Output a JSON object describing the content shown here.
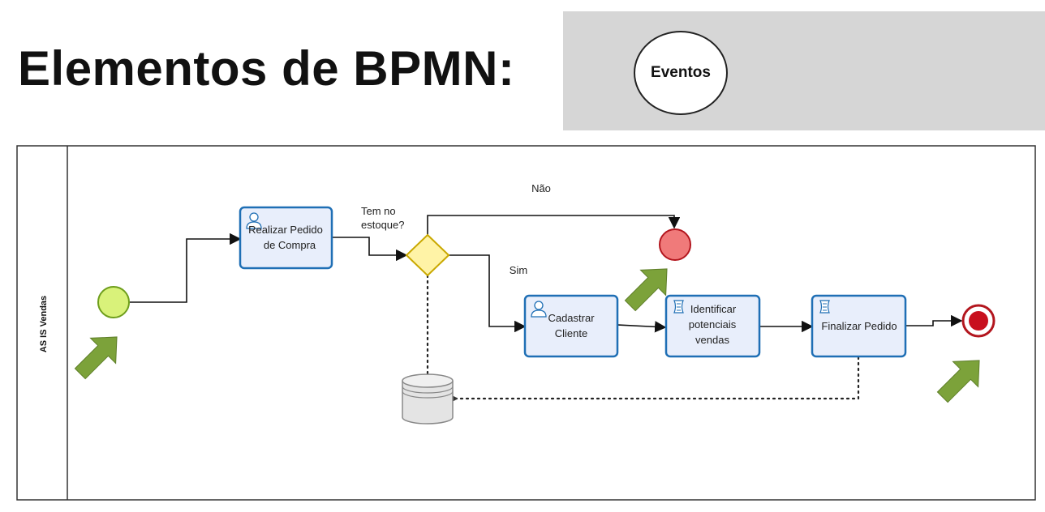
{
  "page": {
    "title": "Elementos de BPMN:",
    "legend_label": "Eventos"
  },
  "colors": {
    "task_fill": "#e8eefb",
    "task_stroke": "#1f6fb5",
    "start_fill": "#d9f27a",
    "start_stroke": "#6e9e1c",
    "intermediate_fill": "#f07a7a",
    "intermediate_stroke": "#b3161e",
    "end_fill": "#c8101e",
    "gateway_fill": "#fff3a6",
    "gateway_stroke": "#c9a800",
    "arrow_fill": "#7ca23a",
    "panel": "#d6d6d6"
  },
  "diagram": {
    "lane": "AS IS Vendas",
    "tasks": {
      "realizar": [
        "Realizar Pedido",
        "de Compra"
      ],
      "cadastrar": [
        "Cadastrar",
        "Cliente"
      ],
      "identificar": [
        "Identificar",
        "potenciais",
        "vendas"
      ],
      "finalizar": [
        "Finalizar Pedido"
      ]
    },
    "gateway_question": [
      "Tem no",
      "estoque?"
    ],
    "labels": {
      "nao": "Não",
      "sim": "Sim"
    }
  }
}
